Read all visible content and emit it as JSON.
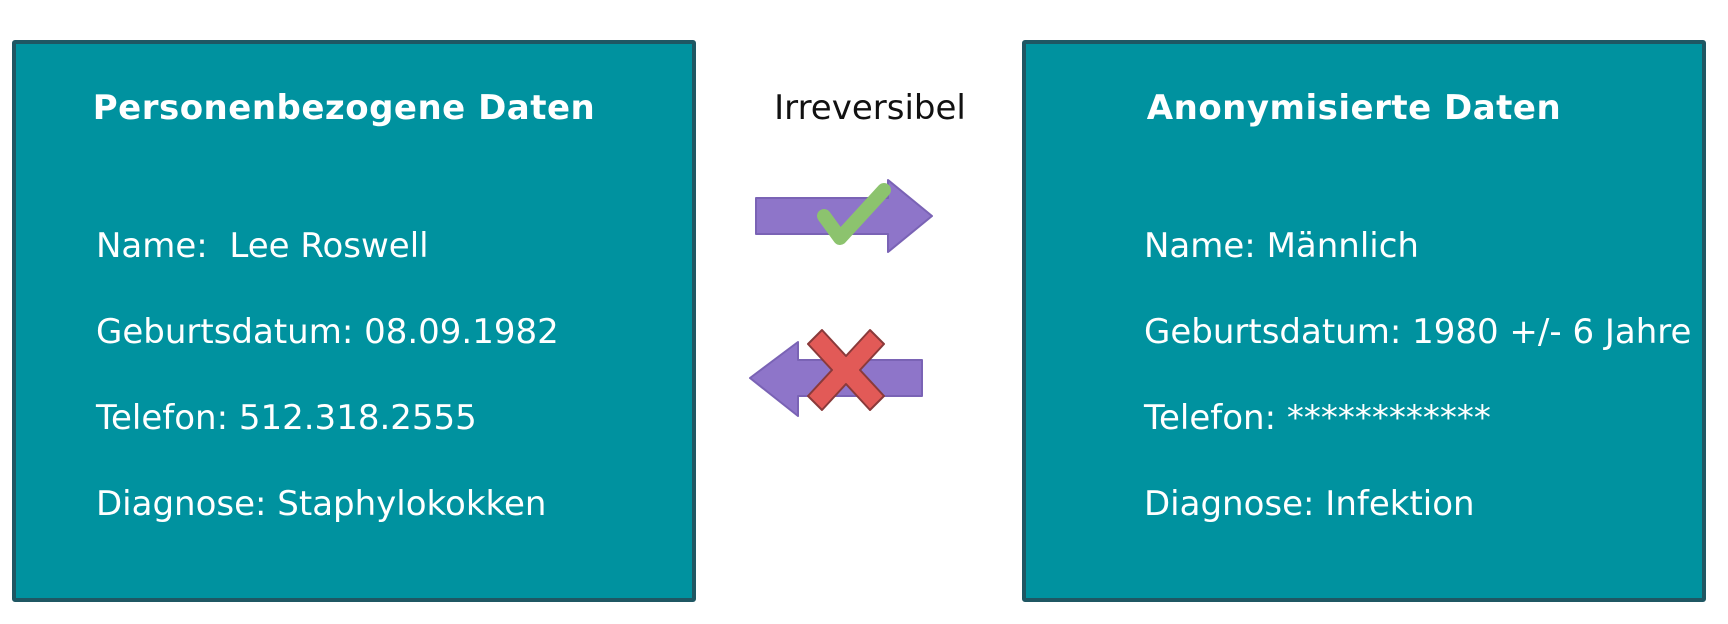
{
  "colors": {
    "panel_fill": "#00929f",
    "panel_border": "#1f5763",
    "arrow": "#8e75c9",
    "check": "#8cc36e",
    "cross": "#e25a57"
  },
  "left_panel": {
    "title": "Personenbezogene Daten",
    "fields": [
      "Name:  Lee Roswell",
      "Geburtsdatum: 08.09.1982",
      "Telefon: 512.318.2555",
      "Diagnose: Staphylokokken"
    ]
  },
  "right_panel": {
    "title": "Anonymisierte Daten",
    "fields": [
      "Name: Männlich",
      "Geburtsdatum: 1980 +/- 6 Jahre",
      "Telefon: ************",
      "Diagnose: Infektion"
    ]
  },
  "center": {
    "label": "Irreversibel",
    "forward_icon": "check-icon",
    "backward_icon": "cross-icon"
  }
}
